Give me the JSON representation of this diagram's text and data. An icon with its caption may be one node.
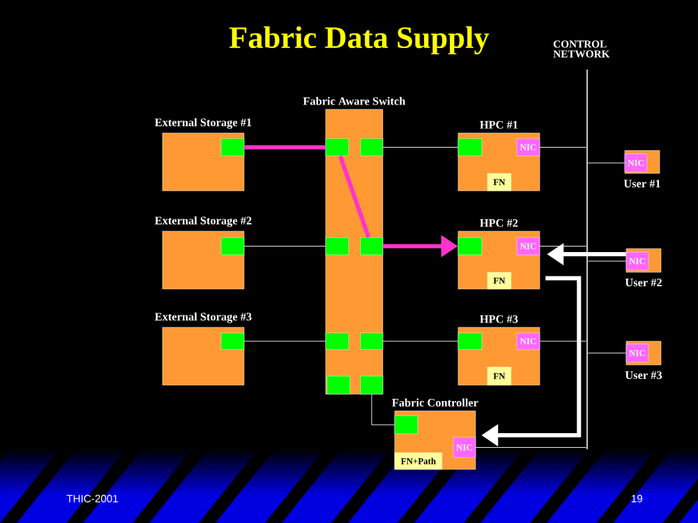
{
  "diagram": {
    "title": "Fabric Data Supply",
    "nodes": [
      {
        "text": [
          "CONTROL NETWORK"
        ]
      },
      {
        "text": [
          "Fabric Aware Switch"
        ]
      },
      {
        "text": [],
        "shape": "box",
        "in": 1
      },
      {
        "text": [],
        "shape": "box",
        "in": 1
      },
      {
        "text": [],
        "shape": "box",
        "in": 1
      },
      {
        "text": [],
        "shape": "box",
        "in": 1
      },
      {
        "text": [],
        "shape": "box",
        "in": 1
      },
      {
        "text": [],
        "shape": "box",
        "in": 1
      },
      {
        "text": [],
        "shape": "box",
        "in": 1
      },
      {
        "text": [],
        "shape": "box",
        "in": 1
      },
      {
        "text": [
          "External Storage #1"
        ]
      },
      {
        "text": [],
        "shape": "box",
        "in": 10
      },
      {
        "text": [
          "HPC #1"
        ]
      },
      {
        "text": [],
        "shape": "box",
        "in": 12
      },
      {
        "text": [
          "NIC"
        ],
        "in": 12
      },
      {
        "text": [
          "FN"
        ],
        "in": 12
      },
      {
        "text": [
          "User #1"
        ]
      },
      {
        "text": [
          "NIC"
        ],
        "in": 16
      },
      {
        "text": [
          "External Storage #2"
        ]
      },
      {
        "text": [],
        "shape": "box",
        "in": 18
      },
      {
        "text": [
          "HPC #2"
        ]
      },
      {
        "text": [],
        "shape": "box",
        "in": 20
      },
      {
        "text": [
          "NIC"
        ],
        "in": 20
      },
      {
        "text": [
          "FN"
        ],
        "in": 20
      },
      {
        "text": [
          "User #2"
        ]
      },
      {
        "text": [
          "NIC"
        ],
        "in": 24
      },
      {
        "text": [
          "External Storage #3"
        ]
      },
      {
        "text": [],
        "shape": "box",
        "in": 26
      },
      {
        "text": [
          "HPC #3"
        ]
      },
      {
        "text": [],
        "shape": "box",
        "in": 28
      },
      {
        "text": [
          "NIC"
        ],
        "in": 28
      },
      {
        "text": [
          "FN"
        ],
        "in": 28
      },
      {
        "text": [
          "User #3"
        ]
      },
      {
        "text": [
          "NIC"
        ],
        "in": 32
      },
      {
        "text": [
          "Fabric Controller"
        ]
      },
      {
        "text": [],
        "shape": "box",
        "in": 34
      },
      {
        "text": [
          "NIC"
        ],
        "in": 34
      },
      {
        "text": [
          "FN+Path"
        ],
        "in": 34
      }
    ],
    "edges": [
      {
        "from": 11,
        "to": 2,
        "arrow": "none",
        "style": "thick",
        "color": "#ff33cc"
      },
      {
        "from": 2,
        "to": 5,
        "arrow": "none",
        "style": "thick",
        "color": "#ff33cc"
      },
      {
        "from": 5,
        "to": 21,
        "arrow": "to",
        "style": "thick",
        "color": "#ff33cc"
      },
      {
        "from": 19,
        "to": 4,
        "arrow": "none"
      },
      {
        "from": 27,
        "to": 6,
        "arrow": "none"
      },
      {
        "from": 3,
        "to": 13,
        "arrow": "none"
      },
      {
        "from": 7,
        "to": 29,
        "arrow": "none"
      },
      {
        "from": 9,
        "to": 35,
        "arrow": "none"
      },
      {
        "from": 14,
        "to": 0,
        "arrow": "none"
      },
      {
        "from": 17,
        "to": 0,
        "arrow": "none"
      },
      {
        "from": 22,
        "to": 0,
        "arrow": "none"
      },
      {
        "from": 25,
        "to": 0,
        "arrow": "none"
      },
      {
        "from": 30,
        "to": 0,
        "arrow": "none"
      },
      {
        "from": 33,
        "to": 0,
        "arrow": "none"
      },
      {
        "from": 36,
        "to": 0,
        "arrow": "none"
      },
      {
        "from": 24,
        "to": 20,
        "arrow": "to",
        "style": "thick"
      },
      {
        "from": 20,
        "to": 34,
        "arrow": "to",
        "style": "thick"
      }
    ],
    "labels": [
      "THIC-2001",
      "19"
    ]
  }
}
